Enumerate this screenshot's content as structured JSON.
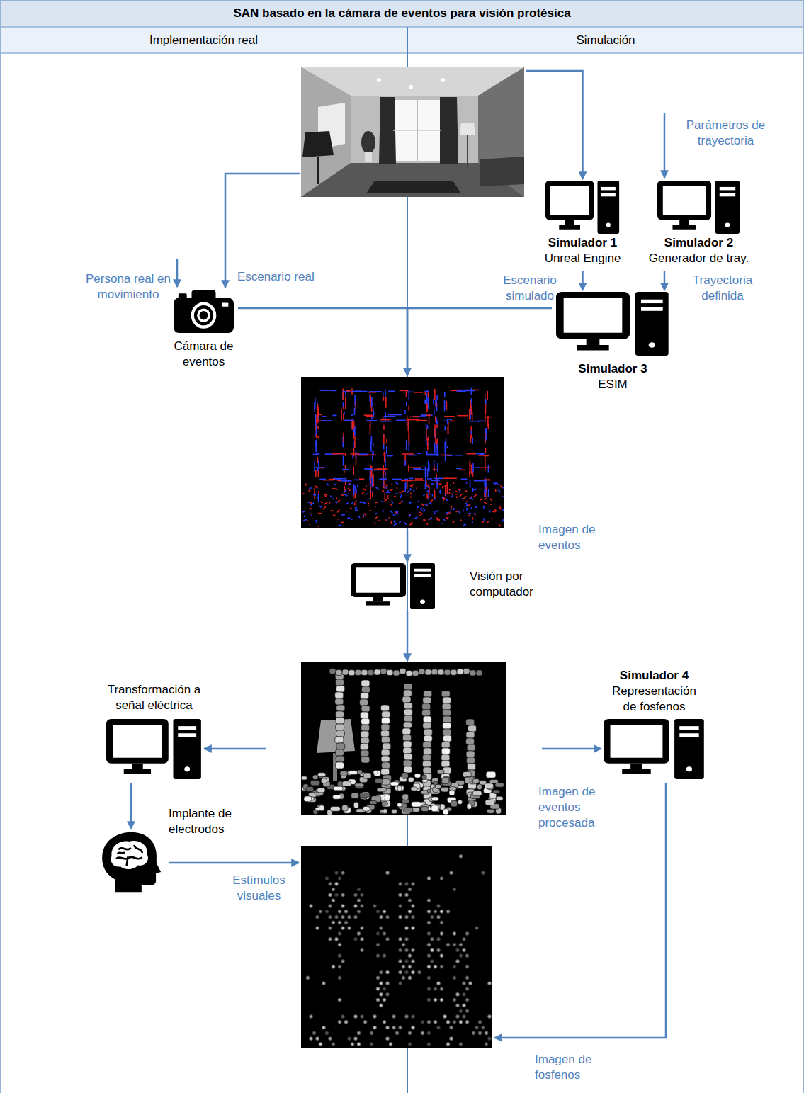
{
  "diagram": {
    "title": "SAN basado en la cámara de eventos para visión protésica",
    "nodes": [
      {
        "text": []
      },
      {
        "text": [
          "Simulador 1",
          "Unreal Engine"
        ]
      },
      {
        "text": [
          "Simulador 2",
          "Generador de tray."
        ]
      },
      {
        "text": [
          "Cámara de eventos"
        ]
      },
      {
        "text": [
          "Simulador 3",
          "ESIM"
        ]
      },
      {
        "text": [
          "Imagen de eventos"
        ]
      },
      {
        "text": [
          "Visión por computador"
        ]
      },
      {
        "text": [
          "Imagen de eventos procesada"
        ]
      },
      {
        "text": [
          "Transformación a señal eléctrica"
        ]
      },
      {
        "text": [
          "Simulador 4",
          "Representación de fosfenos"
        ]
      },
      {
        "text": [
          "Implante de electrodos"
        ]
      },
      {
        "text": [
          "Imagen de fosfenos"
        ]
      }
    ],
    "edges": [
      {
        "from": 0,
        "to": 3,
        "arrow": "to",
        "label": "Escenario real"
      },
      {
        "from": 0,
        "to": 1,
        "arrow": "to"
      },
      {
        "from": 1,
        "to": 4,
        "arrow": "to",
        "label": "Escenario simulado"
      },
      {
        "from": 2,
        "to": 4,
        "arrow": "to",
        "label": "Trayectoria definida"
      },
      {
        "from": 3,
        "to": 5,
        "arrow": "to"
      },
      {
        "from": 4,
        "to": 5,
        "arrow": "to"
      },
      {
        "from": 5,
        "to": 6,
        "arrow": "to"
      },
      {
        "from": 6,
        "to": 7,
        "arrow": "to"
      },
      {
        "from": 7,
        "to": 8,
        "arrow": "to"
      },
      {
        "from": 7,
        "to": 9,
        "arrow": "to"
      },
      {
        "from": 8,
        "to": 10,
        "arrow": "to"
      },
      {
        "from": 10,
        "to": 11,
        "arrow": "to",
        "label": "Estímulos visuales"
      },
      {
        "from": 9,
        "to": 11,
        "arrow": "to"
      }
    ],
    "labels": [
      "Implementación real",
      "Simulación",
      "Parámetros de trayectoria",
      "Persona real en movimiento"
    ]
  }
}
